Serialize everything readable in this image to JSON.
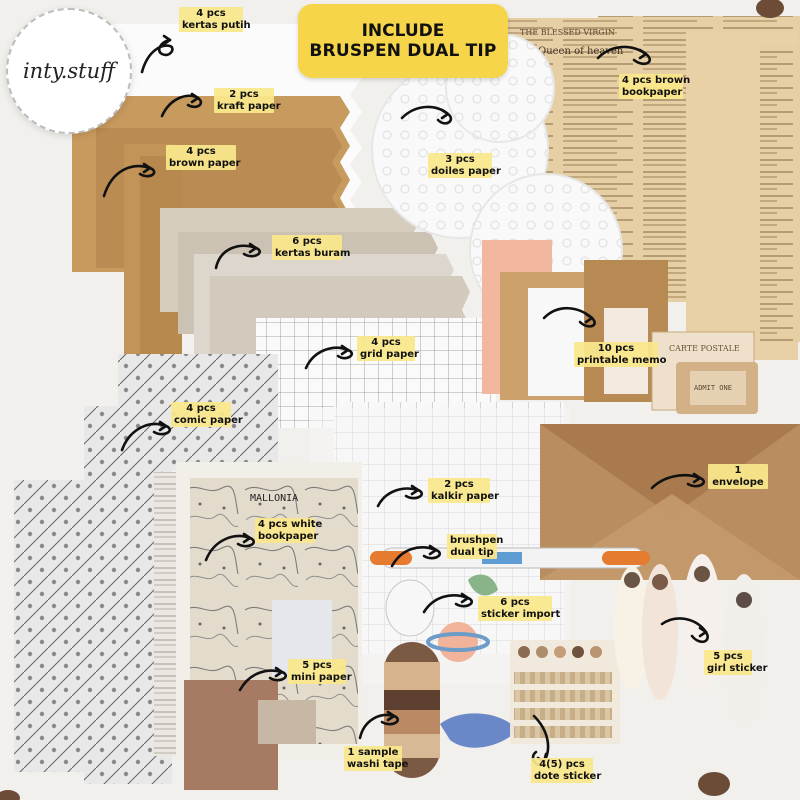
{
  "brand": {
    "logo_text": "inty.stuff"
  },
  "headline": {
    "line1": "INCLUDE",
    "line2": "BRUSPEN DUAL TIP"
  },
  "labels": [
    {
      "top": "4 pcs",
      "bottom": "kertas putih"
    },
    {
      "top": "2 pcs",
      "bottom": "kraft paper"
    },
    {
      "top": "4 pcs",
      "bottom": "brown paper"
    },
    {
      "top": "6 pcs",
      "bottom": "kertas buram"
    },
    {
      "top": "3 pcs",
      "bottom": "doiles paper"
    },
    {
      "top": "4 pcs brown",
      "bottom": "bookpaper"
    },
    {
      "top": "10 pcs",
      "bottom": "printable memo"
    },
    {
      "top": "4 pcs",
      "bottom": "grid paper"
    },
    {
      "top": "4 pcs",
      "bottom": "comic paper"
    },
    {
      "top": "2 pcs",
      "bottom": "kalkir paper"
    },
    {
      "top": "4 pcs white",
      "bottom": "bookpaper"
    },
    {
      "top": "brushpen",
      "bottom": "dual tip"
    },
    {
      "top": "6 pcs",
      "bottom": "sticker import"
    },
    {
      "top": "5 pcs",
      "bottom": "mini paper"
    },
    {
      "top": "1 sample",
      "bottom": "washi tape"
    },
    {
      "top": "4(5) pcs",
      "bottom": "dote sticker"
    },
    {
      "top": "5 pcs",
      "bottom": "girl sticker"
    },
    {
      "top": "1",
      "bottom": "envelope"
    }
  ],
  "art_text": {
    "blessed": "THE BLESSED VIRGIN",
    "queen": "Queen of heaven",
    "mallonia": "MALLONIA",
    "carte": "CARTE POSTALE",
    "admit": "ADMIT ONE"
  },
  "colors": {
    "kraft": "#c79a5e",
    "kraft_dark": "#b88a50",
    "paper_grey": "#cfc7bb",
    "paper_light": "#ded7cc",
    "envelope": "#b98d5f",
    "label_bg": "#f7e68c",
    "headline_bg": "#f7d54b"
  }
}
